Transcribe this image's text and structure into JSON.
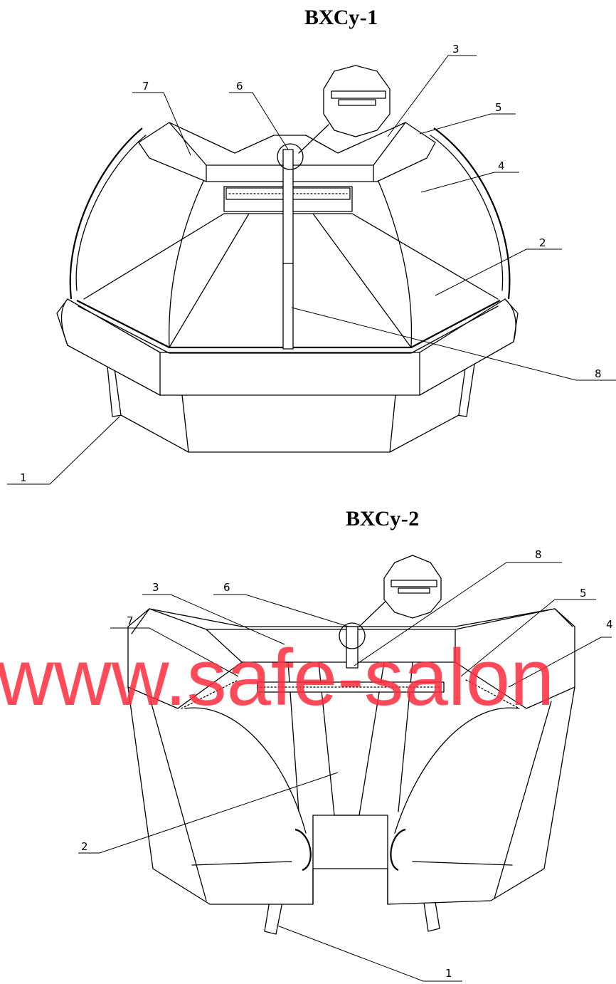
{
  "titles": {
    "top": "ВХСу-1",
    "bottom": "ВХСу-2"
  },
  "watermark": {
    "text": "www.safe-salon",
    "color": "#ff2a3c"
  },
  "callouts_top": [
    "1",
    "2",
    "3",
    "4",
    "5",
    "6",
    "7",
    "8"
  ],
  "callouts_bottom": [
    "1",
    "2",
    "3",
    "4",
    "5",
    "6",
    "7",
    "8"
  ]
}
